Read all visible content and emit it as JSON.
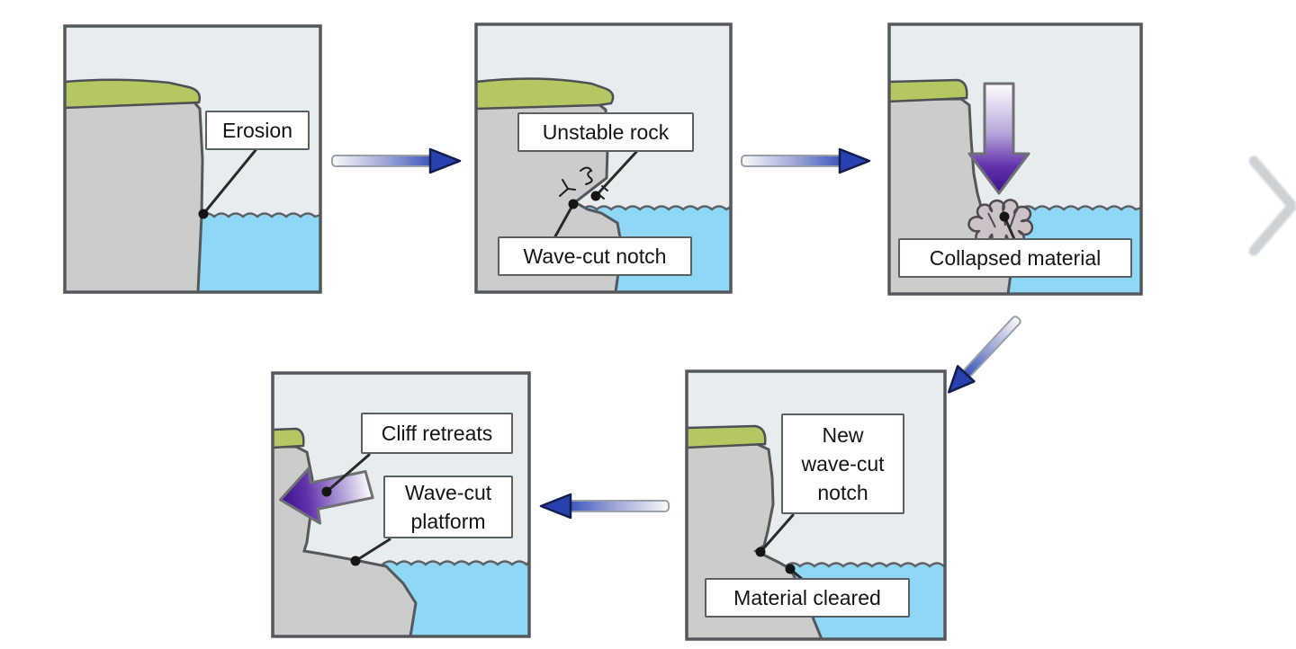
{
  "page": {
    "background": "#ffffff"
  },
  "colors": {
    "sky": "#e7ecef",
    "cliff": "#cbcccb",
    "grass": "#b5c763",
    "water": "#8ed8f6",
    "outline": "#54585c",
    "arrow_blue": "#2742ae",
    "arrow_purple": "#3a128e",
    "label_border": "#5b6064",
    "chevron": "#ccd1d6"
  },
  "panels": {
    "erosion": {
      "label": "Erosion"
    },
    "unstable_rock": {
      "label_top": "Unstable rock",
      "label_bottom": "Wave-cut notch"
    },
    "collapsed_material": {
      "label": "Collapsed material"
    },
    "new_notch": {
      "label_top": "New\nwave-cut\nnotch",
      "label_bottom": "Material cleared"
    },
    "cliff_retreats": {
      "label_top": "Cliff retreats",
      "label_mid": "Wave-cut\nplatform"
    }
  },
  "carousel": {
    "next_icon": "chevron-right"
  }
}
